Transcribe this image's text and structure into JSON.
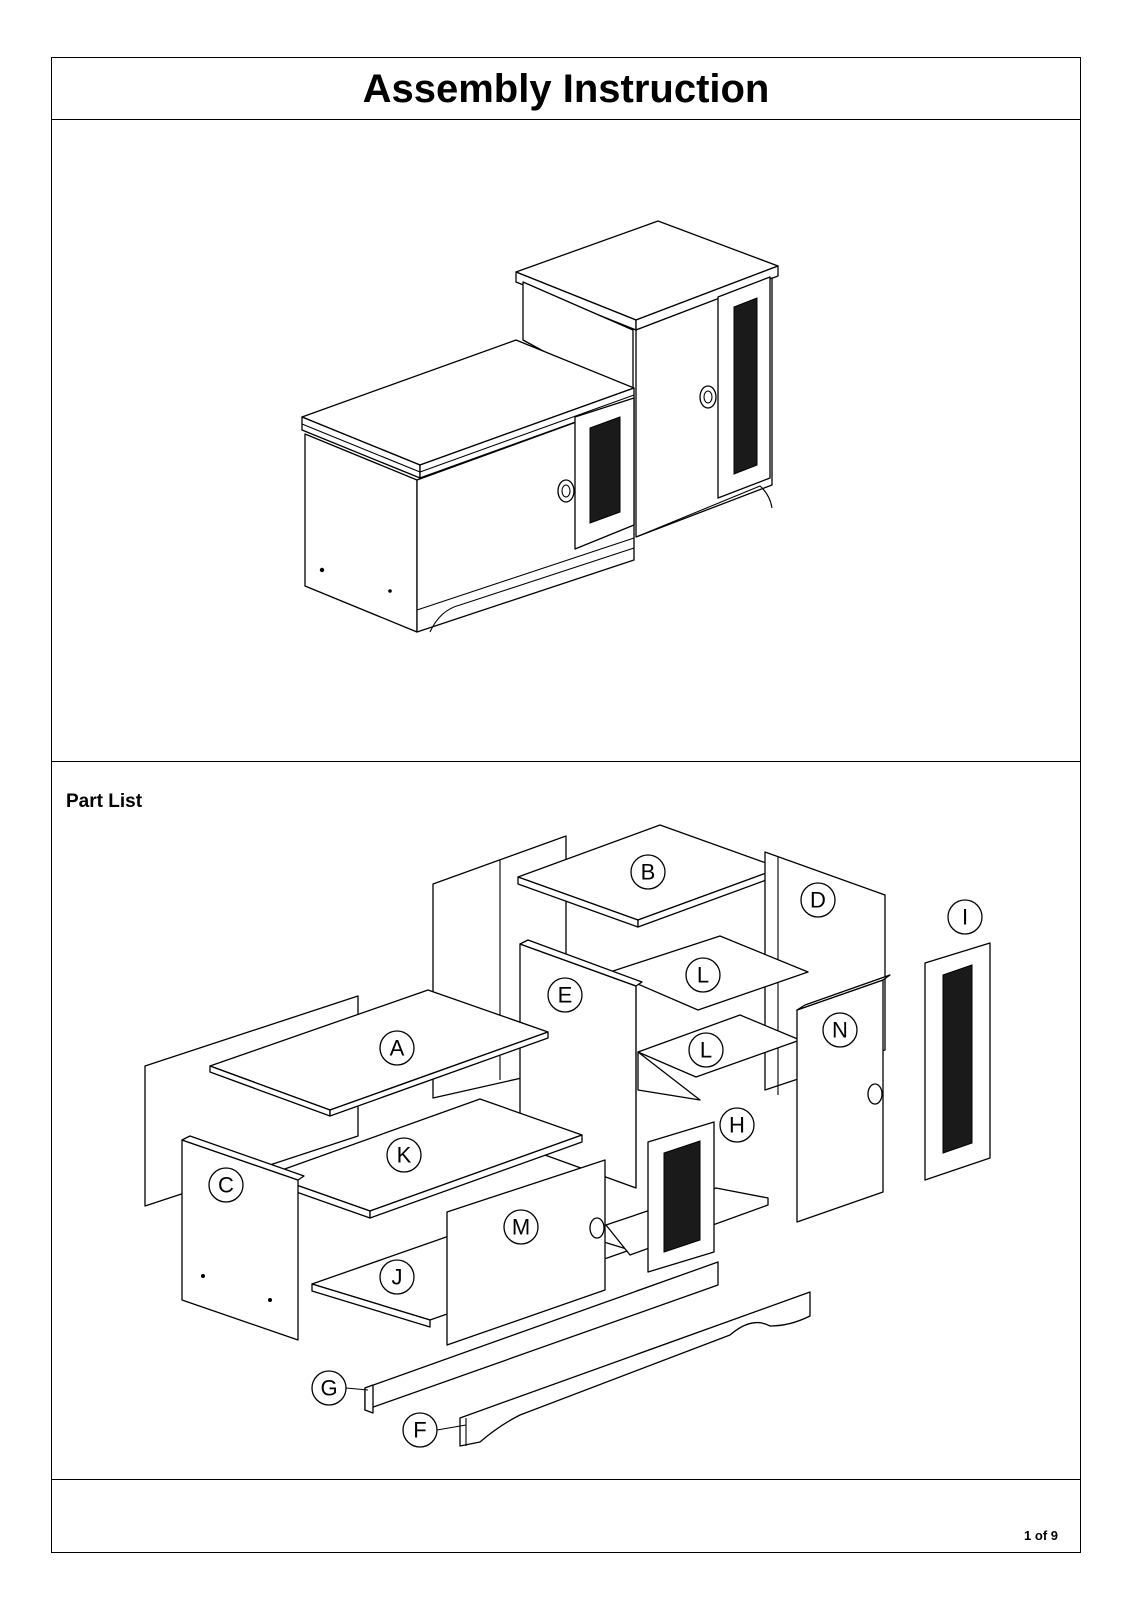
{
  "header": {
    "title": "Assembly Instruction"
  },
  "parts_section": {
    "label": "Part List",
    "part_labels": [
      "B",
      "D",
      "I",
      "E",
      "L",
      "A",
      "L",
      "N",
      "H",
      "K",
      "C",
      "M",
      "J",
      "G",
      "F"
    ]
  },
  "footer": {
    "page": "1 of 9"
  }
}
